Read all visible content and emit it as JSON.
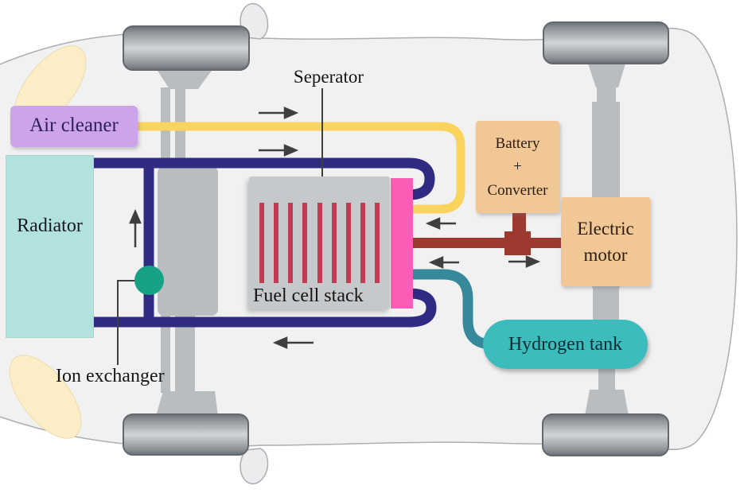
{
  "diagram": {
    "type": "fuel-cell-vehicle-layout",
    "components": {
      "air_cleaner": {
        "label": "Air cleaner",
        "color": "#cda4ea"
      },
      "radiator": {
        "label": "Radiator",
        "color": "#b2e2dd"
      },
      "separator": {
        "label": "Seperator"
      },
      "fuel_cell_stack": {
        "label": "Fuel cell stack",
        "body_color": "#c6c9cb",
        "plate_color": "#c23b52",
        "membrane_color": "#fb5cb5",
        "plate_count": 9
      },
      "ion_exchanger": {
        "label": "Ion exchanger",
        "color": "#17a185"
      },
      "battery_converter": {
        "label_lines": [
          "Battery",
          "+",
          "Converter"
        ],
        "color": "#f1c795"
      },
      "electric_motor": {
        "label_lines": [
          "Electric",
          "motor"
        ],
        "color": "#f1c795"
      },
      "hydrogen_tank": {
        "label": "Hydrogen tank",
        "color": "#3cbcbc"
      }
    },
    "pipes": {
      "air_line_color": "#fbd45e",
      "coolant_loop_color": "#2f2a82",
      "hydrogen_line_color": "#35899b",
      "power_line_color": "#9c3a30"
    },
    "car": {
      "body_color": "#f1f1f2",
      "outline_color": "#abaeb2",
      "headlight_color": "#fbeec6",
      "wheel_dark": "#696f75",
      "wheel_light": "#d2d5d7"
    }
  }
}
